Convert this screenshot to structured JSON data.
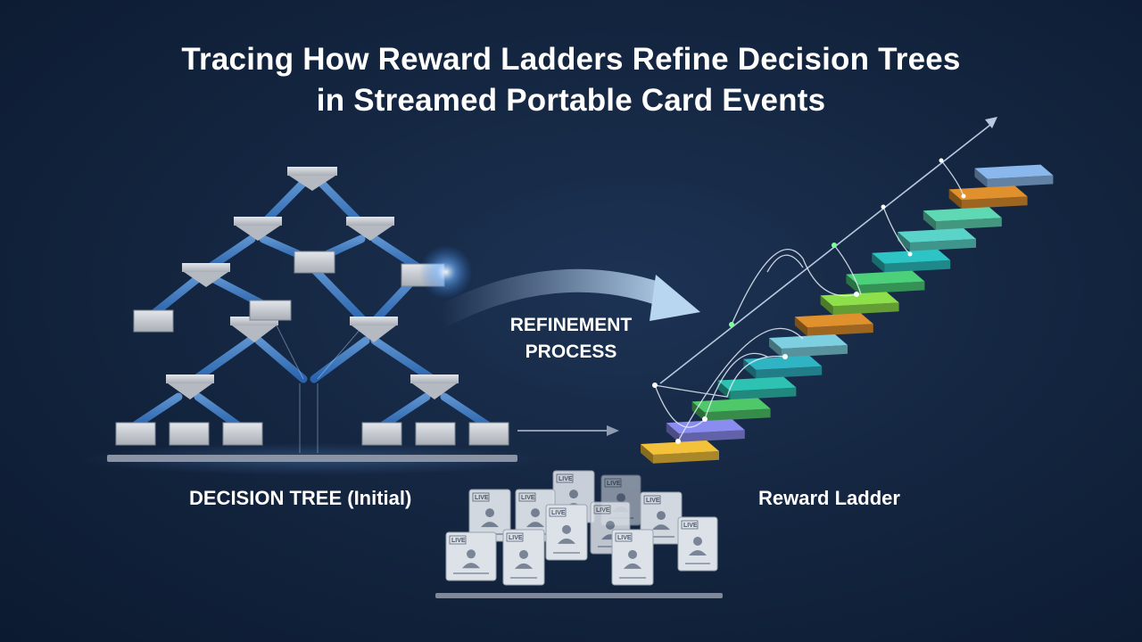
{
  "title": {
    "line1": "Tracing How Reward Ladders Refine Decision Trees",
    "line2": "in Streamed Portable Card Events"
  },
  "labels": {
    "tree": "DECISION TREE (Initial)",
    "process_line1": "REFINEMENT",
    "process_line2": "PROCESS",
    "ladder": "Reward Ladder"
  },
  "cards": {
    "badge": "LIVE"
  },
  "colors": {
    "background": "#142641",
    "tree_connector": "#4a8fdc",
    "node": "#c9ccd1",
    "ladder_steps": [
      "#f3c23a",
      "#8b8cf0",
      "#4fc86a",
      "#2ec2b2",
      "#2fb4c4",
      "#7ed0e0",
      "#e0902c",
      "#8ee04a",
      "#4cd07a",
      "#2cc4c4",
      "#5ad4c8",
      "#5fd8b4",
      "#e0902c",
      "#8ab8ec"
    ]
  }
}
